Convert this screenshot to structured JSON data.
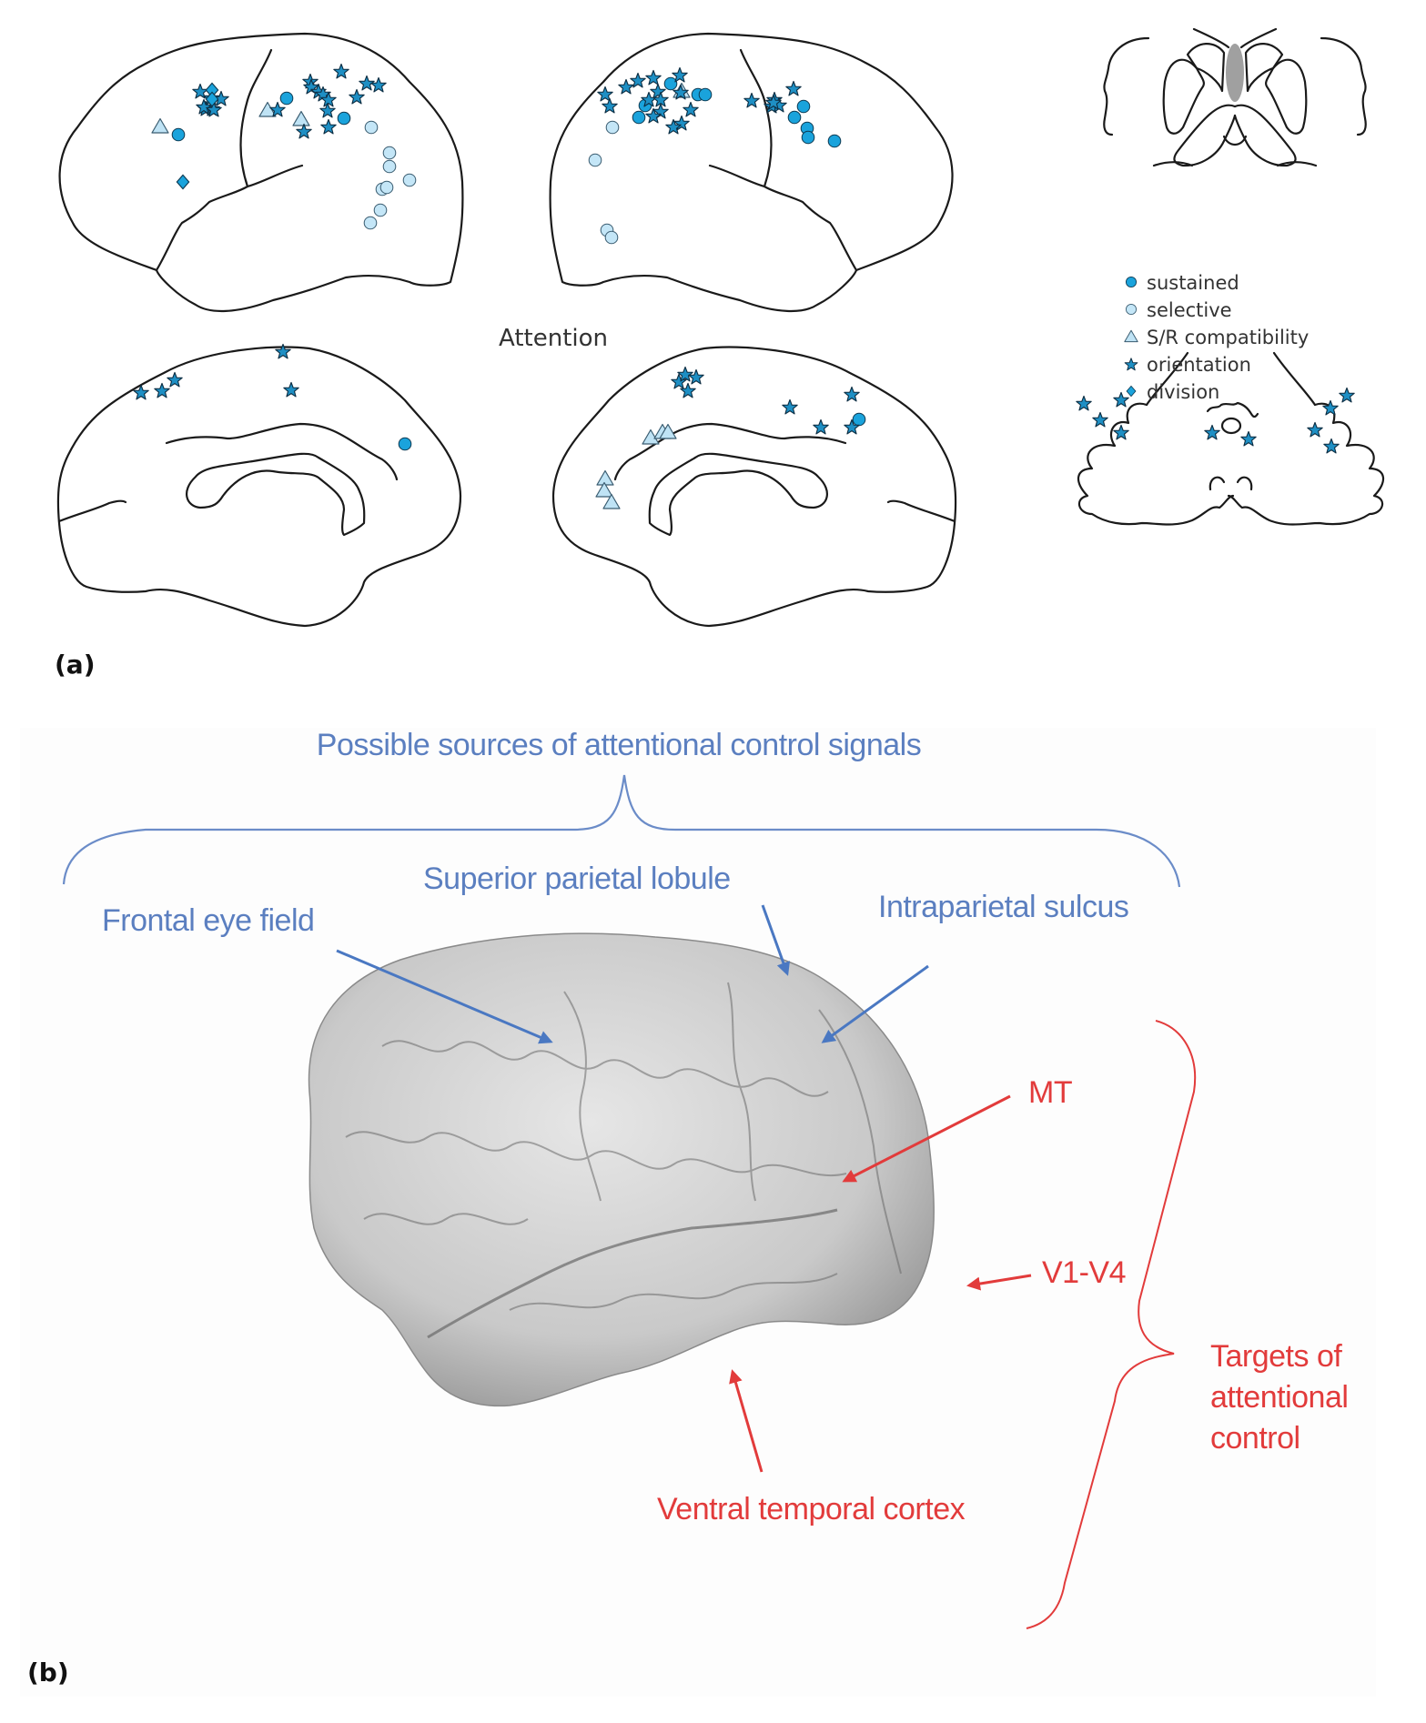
{
  "figure": {
    "panel_a": {
      "label": "(a)",
      "title": "Attention",
      "legend": [
        {
          "key": "sustained",
          "label": "sustained",
          "marker": "circle-filled-icon",
          "color": "#1aa3dc"
        },
        {
          "key": "selective",
          "label": "selective",
          "marker": "circle-light-icon",
          "color": "#bfe3f5"
        },
        {
          "key": "sr",
          "label": "S/R compatibility",
          "marker": "triangle-icon",
          "color": "#bfe3f5"
        },
        {
          "key": "orientation",
          "label": "orientation",
          "marker": "star-icon",
          "color": "#1e8fc4"
        },
        {
          "key": "division",
          "label": "division",
          "marker": "diamond-icon",
          "color": "#1aa3dc"
        }
      ],
      "views": [
        {
          "name": "left-lateral",
          "markers": {
            "sustained": 3,
            "selective": 8,
            "sr": 3,
            "orientation": 20,
            "division": 3
          }
        },
        {
          "name": "right-lateral",
          "markers": {
            "sustained": 10,
            "selective": 4,
            "sr": 1,
            "orientation": 21,
            "division": 0
          }
        },
        {
          "name": "left-medial",
          "markers": {
            "sustained": 1,
            "selective": 0,
            "sr": 0,
            "orientation": 5,
            "division": 0
          }
        },
        {
          "name": "right-medial",
          "markers": {
            "sustained": 1,
            "selective": 0,
            "sr": 6,
            "orientation": 8,
            "division": 0
          }
        },
        {
          "name": "cerebellum",
          "markers": {
            "sustained": 0,
            "selective": 0,
            "sr": 0,
            "orientation": 10,
            "division": 0
          }
        }
      ]
    },
    "panel_b": {
      "label": "(b)",
      "sources_heading": "Possible sources of attentional control signals",
      "sources": [
        {
          "name": "Frontal eye field"
        },
        {
          "name": "Superior parietal lobule"
        },
        {
          "name": "Intraparietal sulcus"
        }
      ],
      "targets_heading_lines": [
        "Targets of",
        "attentional",
        "control"
      ],
      "targets": [
        {
          "name": "MT"
        },
        {
          "name": "V1-V4"
        },
        {
          "name": "Ventral temporal cortex"
        }
      ],
      "colors": {
        "sources": "#5b7fc0",
        "sources_arrow": "#4a78c2",
        "targets": "#e23b3b",
        "brain": "#c8c8c8"
      }
    }
  }
}
